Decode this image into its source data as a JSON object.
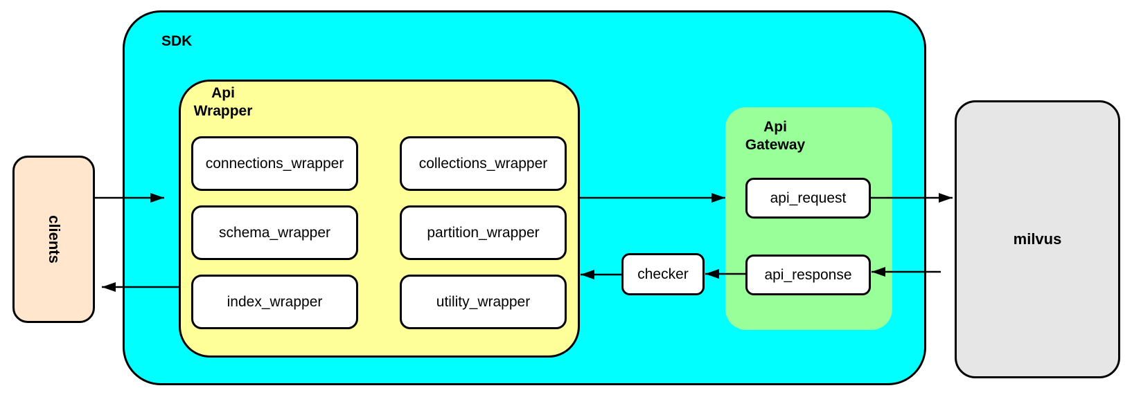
{
  "nodes": {
    "clients": {
      "label": "clients"
    },
    "sdk": {
      "label": "SDK"
    },
    "api_wrapper": {
      "label": "Api\nWrapper",
      "children": [
        "connections_wrapper",
        "collections_wrapper",
        "schema_wrapper",
        "partition_wrapper",
        "index_wrapper",
        "utility_wrapper"
      ]
    },
    "checker": {
      "label": "checker"
    },
    "api_gateway": {
      "label": "Api\nGateway",
      "request_label": "api_request",
      "response_label": "api_response"
    },
    "milvus": {
      "label": "milvus"
    }
  },
  "edges": [
    {
      "from": "clients",
      "to": "sdk"
    },
    {
      "from": "api_wrapper",
      "to": "clients"
    },
    {
      "from": "api_wrapper",
      "to": "api_gateway"
    },
    {
      "from": "api_request",
      "to": "milvus"
    },
    {
      "from": "milvus",
      "to": "api_response"
    },
    {
      "from": "api_response",
      "to": "checker"
    },
    {
      "from": "checker",
      "to": "api_wrapper"
    }
  ],
  "colors": {
    "sdk_fill": "#00ffff",
    "api_wrapper_fill": "#ffff99",
    "api_gateway_fill": "#99ff99",
    "clients_fill": "#ffe6cc",
    "milvus_fill": "#e6e6e6",
    "box_fill": "#ffffff",
    "stroke": "#000000"
  }
}
